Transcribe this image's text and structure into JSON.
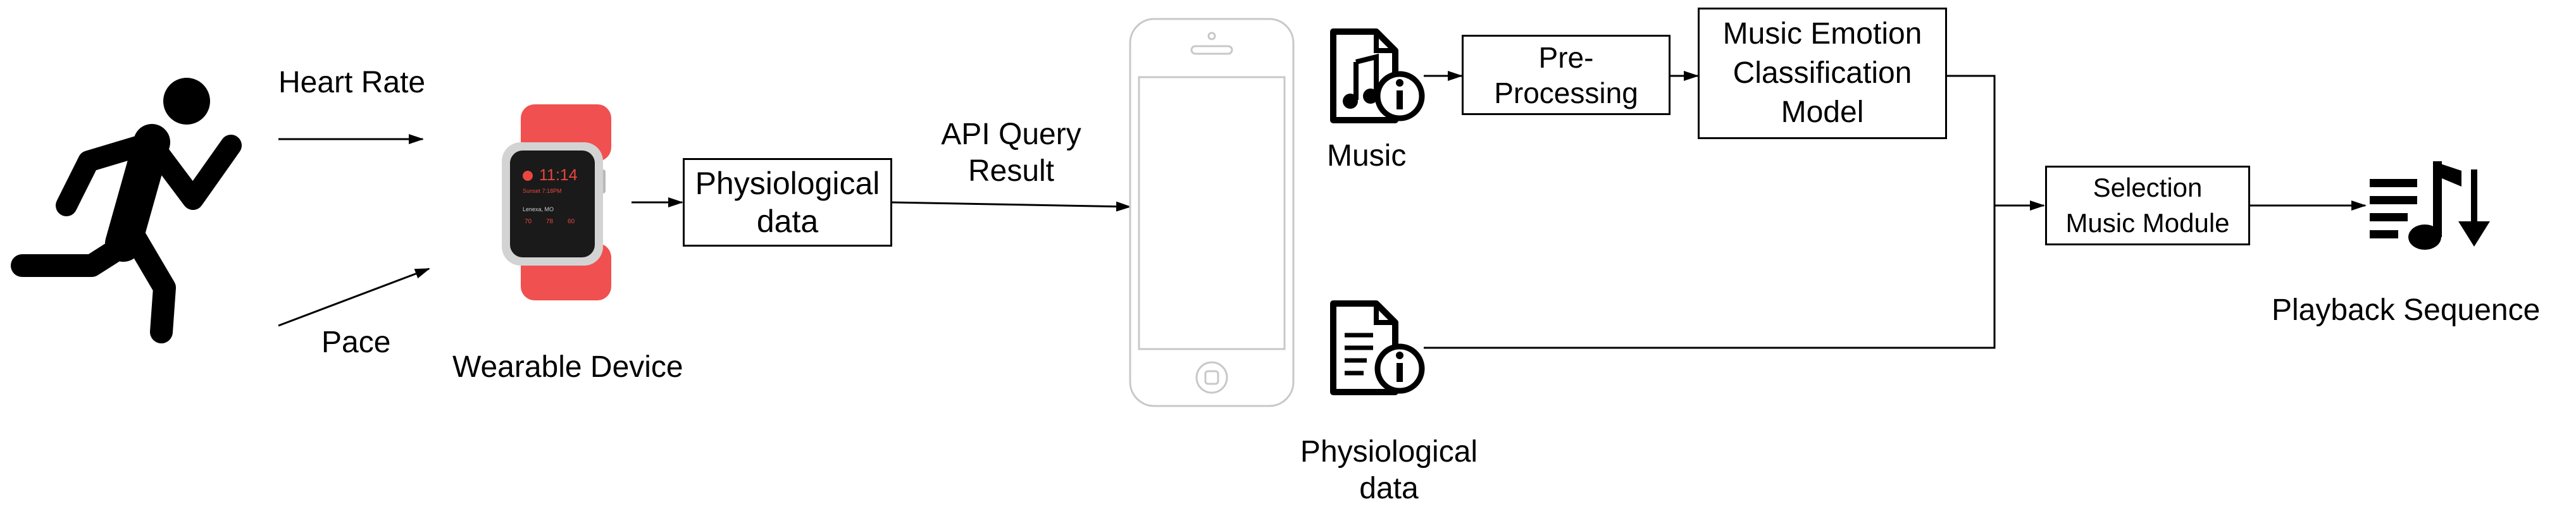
{
  "labels": {
    "heart_rate": "Heart Rate",
    "pace": "Pace",
    "wearable_device": "Wearable Device",
    "api_query_result": "API Query\nResult",
    "music": "Music",
    "physiological_data_bottom": "Physiological\ndata",
    "playback_sequence": "Playback Sequence"
  },
  "boxes": {
    "physiological_data": "Physiological\ndata",
    "pre_processing": "Pre-\nProcessing",
    "music_emotion_model": "Music Emotion\nClassification\nModel",
    "selection_music_module": "Selection\nMusic Module"
  },
  "watch": {
    "time": "11:14",
    "line1": "Sunset 7:18PM",
    "line2": "Lenexa, MO",
    "stats": [
      "70",
      "78",
      "60"
    ]
  },
  "colors": {
    "band": "#f0504f",
    "watch_screen": "#1a1a1a",
    "watch_accent": "#e8473f",
    "line": "#000000",
    "phone_outline": "#c8c8c8"
  },
  "icons": [
    "running-person-icon",
    "smartwatch-icon",
    "smartphone-icon",
    "music-file-info-icon",
    "document-info-icon",
    "playlist-download-icon"
  ]
}
